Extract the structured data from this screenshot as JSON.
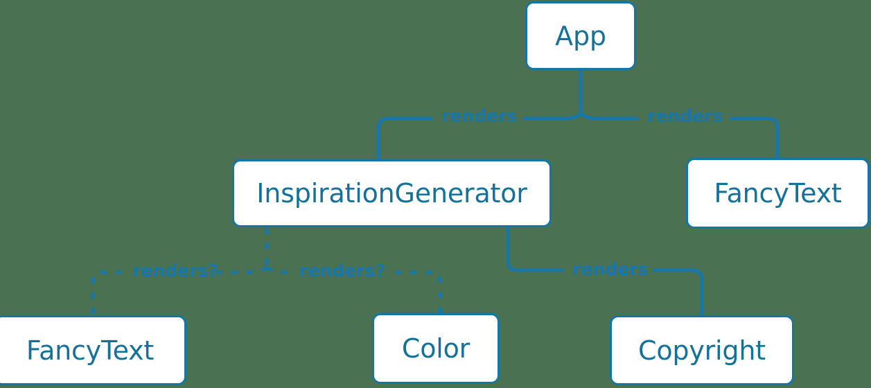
{
  "diagram": {
    "type": "component-tree",
    "background_color": "#4a7252",
    "node_fill_color": "#ffffff",
    "node_border_color": "#1476a4",
    "node_text_color": "#15719a",
    "edge_color": "#1876a8",
    "edge_label_color": "#1876a8",
    "nodes": [
      {
        "id": "app",
        "label": "App"
      },
      {
        "id": "inspgen",
        "label": "InspirationGenerator"
      },
      {
        "id": "fancy_right",
        "label": "FancyText"
      },
      {
        "id": "fancy_left",
        "label": "FancyText"
      },
      {
        "id": "color",
        "label": "Color"
      },
      {
        "id": "copyright",
        "label": "Copyright"
      }
    ],
    "edges": [
      {
        "id": "app-inspgen",
        "from": "app",
        "to": "inspgen",
        "label": "renders",
        "style": "solid"
      },
      {
        "id": "app-fancy",
        "from": "app",
        "to": "fancy_right",
        "label": "renders",
        "style": "solid"
      },
      {
        "id": "inspgen-fancy",
        "from": "inspgen",
        "to": "fancy_left",
        "label": "renders?",
        "style": "dashed"
      },
      {
        "id": "inspgen-color",
        "from": "inspgen",
        "to": "color",
        "label": "renders?",
        "style": "dashed"
      },
      {
        "id": "inspgen-copy",
        "from": "inspgen",
        "to": "copyright",
        "label": "renders",
        "style": "solid"
      }
    ]
  }
}
